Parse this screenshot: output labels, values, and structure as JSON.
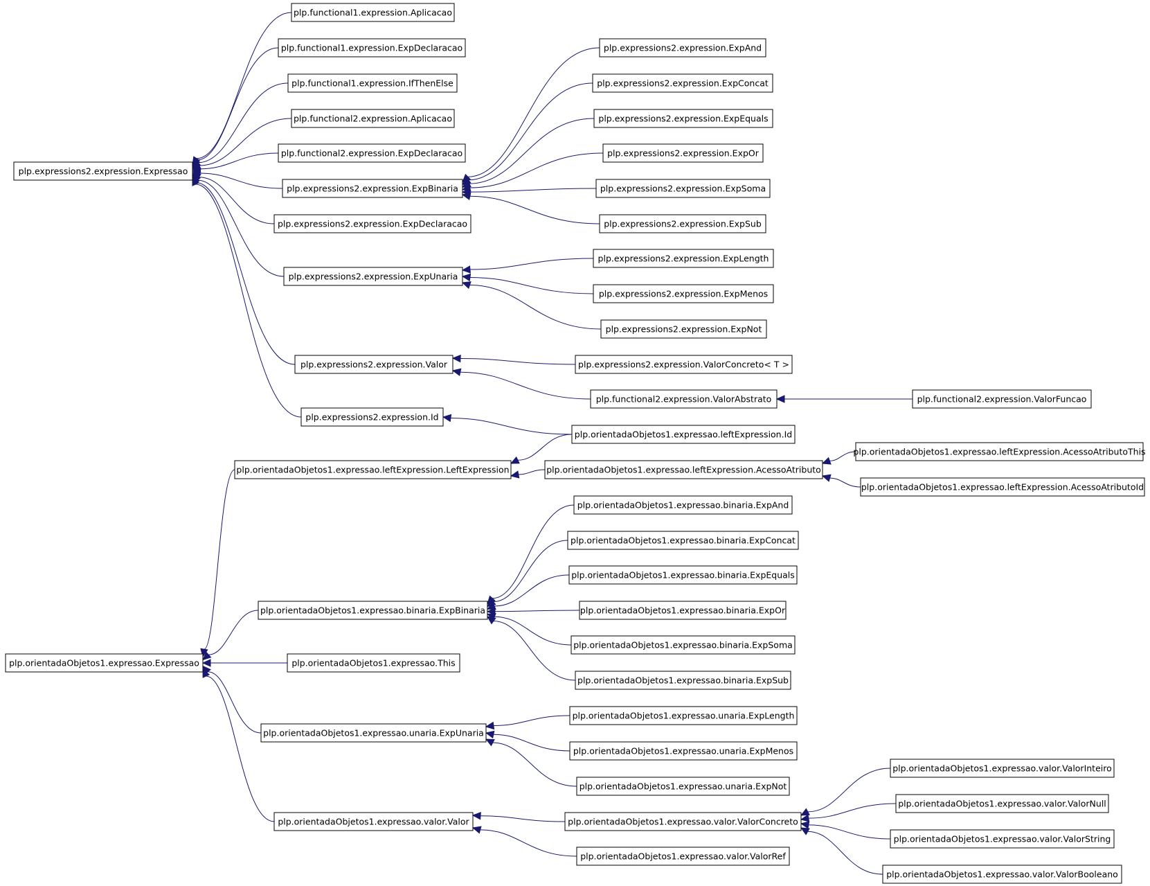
{
  "colors": {
    "edge": "#191970",
    "node_border": "#000000",
    "node_fill": "#ffffff",
    "text": "#000000",
    "background": "#ffffff"
  },
  "nodes": {
    "fe_aplicacao": "plp.functional1.expression.Aplicacao",
    "fe_expdeclaracao": "plp.functional1.expression.ExpDeclaracao",
    "fe_ifthenelse": "plp.functional1.expression.IfThenElse",
    "f2_aplicacao": "plp.functional2.expression.Aplicacao",
    "f2_expdeclaracao": "plp.functional2.expression.ExpDeclaracao",
    "e2_expressao": "plp.expressions2.expression.Expressao",
    "e2_expbinaria": "plp.expressions2.expression.ExpBinaria",
    "e2_expdeclaracao": "plp.expressions2.expression.ExpDeclaracao",
    "e2_expunaria": "plp.expressions2.expression.ExpUnaria",
    "e2_valor": "plp.expressions2.expression.Valor",
    "e2_id": "plp.expressions2.expression.Id",
    "e2_expand": "plp.expressions2.expression.ExpAnd",
    "e2_expconcat": "plp.expressions2.expression.ExpConcat",
    "e2_expequals": "plp.expressions2.expression.ExpEquals",
    "e2_expor": "plp.expressions2.expression.ExpOr",
    "e2_expsoma": "plp.expressions2.expression.ExpSoma",
    "e2_expsub": "plp.expressions2.expression.ExpSub",
    "e2_explength": "plp.expressions2.expression.ExpLength",
    "e2_expmenos": "plp.expressions2.expression.ExpMenos",
    "e2_expnot": "plp.expressions2.expression.ExpNot",
    "e2_valorconcreto": "plp.expressions2.expression.ValorConcreto< T >",
    "f2_valorabstrato": "plp.functional2.expression.ValorAbstrato",
    "f2_valorfuncao": "plp.functional2.expression.ValorFuncao",
    "oo_le_id": "plp.orientadaObjetos1.expressao.leftExpression.Id",
    "oo_le_leftexpression": "plp.orientadaObjetos1.expressao.leftExpression.LeftExpression",
    "oo_le_acessoatributo": "plp.orientadaObjetos1.expressao.leftExpression.AcessoAtributo",
    "oo_le_acessoatributothis": "plp.orientadaObjetos1.expressao.leftExpression.AcessoAtributoThis",
    "oo_le_acessoatributoid": "plp.orientadaObjetos1.expressao.leftExpression.AcessoAtributoId",
    "oo_bin_expand": "plp.orientadaObjetos1.expressao.binaria.ExpAnd",
    "oo_bin_expconcat": "plp.orientadaObjetos1.expressao.binaria.ExpConcat",
    "oo_bin_expequals": "plp.orientadaObjetos1.expressao.binaria.ExpEquals",
    "oo_bin_expbinaria": "plp.orientadaObjetos1.expressao.binaria.ExpBinaria",
    "oo_bin_expor": "plp.orientadaObjetos1.expressao.binaria.ExpOr",
    "oo_bin_expsoma": "plp.orientadaObjetos1.expressao.binaria.ExpSoma",
    "oo_bin_expsub": "plp.orientadaObjetos1.expressao.binaria.ExpSub",
    "oo_expressao": "plp.orientadaObjetos1.expressao.Expressao",
    "oo_this": "plp.orientadaObjetos1.expressao.This",
    "oo_un_expunaria": "plp.orientadaObjetos1.expressao.unaria.ExpUnaria",
    "oo_un_explength": "plp.orientadaObjetos1.expressao.unaria.ExpLength",
    "oo_un_expmenos": "plp.orientadaObjetos1.expressao.unaria.ExpMenos",
    "oo_un_expnot": "plp.orientadaObjetos1.expressao.unaria.ExpNot",
    "oo_val_valor": "plp.orientadaObjetos1.expressao.valor.Valor",
    "oo_val_valorconcreto": "plp.orientadaObjetos1.expressao.valor.ValorConcreto",
    "oo_val_valorref": "plp.orientadaObjetos1.expressao.valor.ValorRef",
    "oo_val_valorinteiro": "plp.orientadaObjetos1.expressao.valor.ValorInteiro",
    "oo_val_valornull": "plp.orientadaObjetos1.expressao.valor.ValorNull",
    "oo_val_valorstring": "plp.orientadaObjetos1.expressao.valor.ValorString",
    "oo_val_valorbooleano": "plp.orientadaObjetos1.expressao.valor.ValorBooleano"
  },
  "edges": [
    {
      "from": "fe_aplicacao",
      "to": "e2_expressao"
    },
    {
      "from": "fe_expdeclaracao",
      "to": "e2_expressao"
    },
    {
      "from": "fe_ifthenelse",
      "to": "e2_expressao"
    },
    {
      "from": "f2_aplicacao",
      "to": "e2_expressao"
    },
    {
      "from": "f2_expdeclaracao",
      "to": "e2_expressao"
    },
    {
      "from": "e2_expbinaria",
      "to": "e2_expressao"
    },
    {
      "from": "e2_expdeclaracao",
      "to": "e2_expressao"
    },
    {
      "from": "e2_expunaria",
      "to": "e2_expressao"
    },
    {
      "from": "e2_valor",
      "to": "e2_expressao"
    },
    {
      "from": "e2_id",
      "to": "e2_expressao"
    },
    {
      "from": "e2_expand",
      "to": "e2_expbinaria"
    },
    {
      "from": "e2_expconcat",
      "to": "e2_expbinaria"
    },
    {
      "from": "e2_expequals",
      "to": "e2_expbinaria"
    },
    {
      "from": "e2_expor",
      "to": "e2_expbinaria"
    },
    {
      "from": "e2_expsoma",
      "to": "e2_expbinaria"
    },
    {
      "from": "e2_expsub",
      "to": "e2_expbinaria"
    },
    {
      "from": "e2_explength",
      "to": "e2_expunaria"
    },
    {
      "from": "e2_expmenos",
      "to": "e2_expunaria"
    },
    {
      "from": "e2_expnot",
      "to": "e2_expunaria"
    },
    {
      "from": "e2_valorconcreto",
      "to": "e2_valor"
    },
    {
      "from": "f2_valorabstrato",
      "to": "e2_valor"
    },
    {
      "from": "f2_valorfuncao",
      "to": "f2_valorabstrato"
    },
    {
      "from": "oo_le_id",
      "to": "e2_id"
    },
    {
      "from": "oo_le_id",
      "to": "oo_le_leftexpression"
    },
    {
      "from": "oo_le_acessoatributo",
      "to": "oo_le_leftexpression"
    },
    {
      "from": "oo_le_acessoatributothis",
      "to": "oo_le_acessoatributo"
    },
    {
      "from": "oo_le_acessoatributoid",
      "to": "oo_le_acessoatributo"
    },
    {
      "from": "oo_le_leftexpression",
      "to": "oo_expressao"
    },
    {
      "from": "oo_bin_expbinaria",
      "to": "oo_expressao"
    },
    {
      "from": "oo_this",
      "to": "oo_expressao"
    },
    {
      "from": "oo_un_expunaria",
      "to": "oo_expressao"
    },
    {
      "from": "oo_val_valor",
      "to": "oo_expressao"
    },
    {
      "from": "oo_bin_expand",
      "to": "oo_bin_expbinaria"
    },
    {
      "from": "oo_bin_expconcat",
      "to": "oo_bin_expbinaria"
    },
    {
      "from": "oo_bin_expequals",
      "to": "oo_bin_expbinaria"
    },
    {
      "from": "oo_bin_expor",
      "to": "oo_bin_expbinaria"
    },
    {
      "from": "oo_bin_expsoma",
      "to": "oo_bin_expbinaria"
    },
    {
      "from": "oo_bin_expsub",
      "to": "oo_bin_expbinaria"
    },
    {
      "from": "oo_un_explength",
      "to": "oo_un_expunaria"
    },
    {
      "from": "oo_un_expmenos",
      "to": "oo_un_expunaria"
    },
    {
      "from": "oo_un_expnot",
      "to": "oo_un_expunaria"
    },
    {
      "from": "oo_val_valorconcreto",
      "to": "oo_val_valor"
    },
    {
      "from": "oo_val_valorref",
      "to": "oo_val_valor"
    },
    {
      "from": "oo_val_valorinteiro",
      "to": "oo_val_valorconcreto"
    },
    {
      "from": "oo_val_valornull",
      "to": "oo_val_valorconcreto"
    },
    {
      "from": "oo_val_valorstring",
      "to": "oo_val_valorconcreto"
    },
    {
      "from": "oo_val_valorbooleano",
      "to": "oo_val_valorconcreto"
    }
  ]
}
